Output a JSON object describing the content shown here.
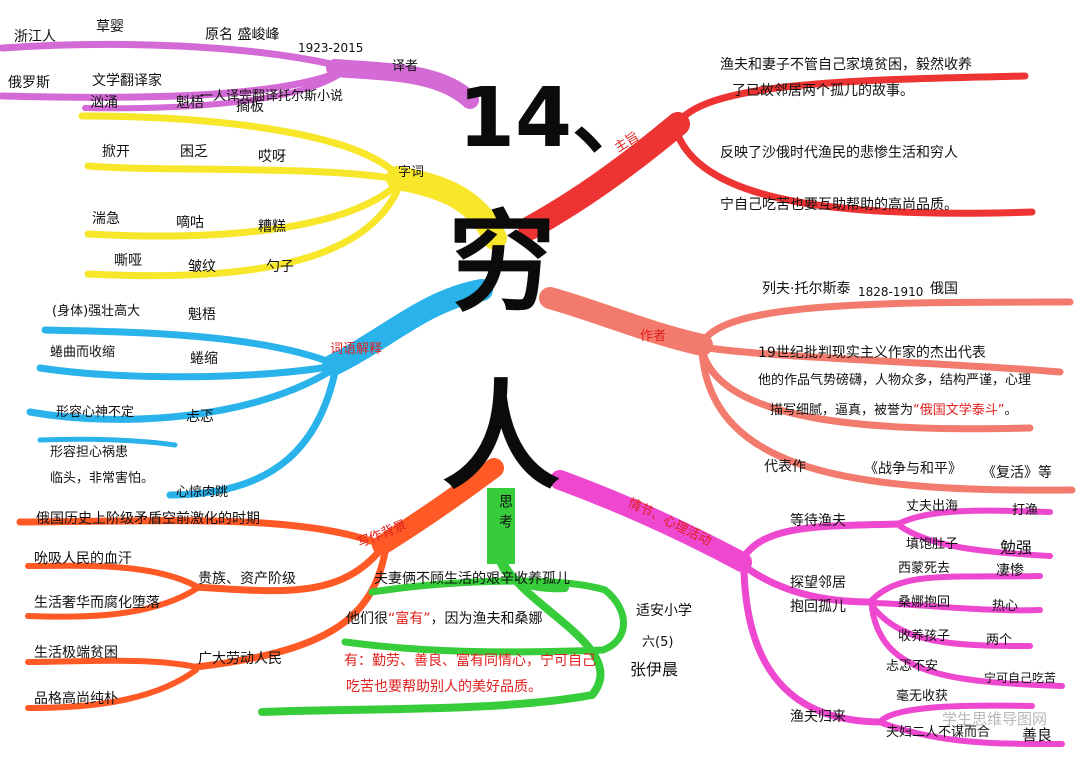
{
  "central": {
    "number": "14、",
    "char_1": "穷",
    "char_2": "人"
  },
  "branch_colors": {
    "translator": "#d46ad6",
    "words": "#f7e62a",
    "explanations": "#29b3ea",
    "theme": "#ee3333",
    "author": "#f27b6d",
    "background": "#ff5a26",
    "thinking": "#36cc3a",
    "plot": "#ee48d0",
    "label_red": "#e0201e"
  },
  "translator": {
    "label": "译者",
    "native_place": "浙江人",
    "name": "草婴",
    "original_name": "原名 盛峻峰",
    "years": "1923-2015",
    "country": "俄罗斯",
    "role": "文学翻译家",
    "achievement": "一人译完翻译托尔斯小说"
  },
  "words": {
    "label": "字词",
    "rows": [
      [
        "汹涌",
        "魁梧",
        "搁板"
      ],
      [
        "掀开",
        "困乏",
        "哎呀"
      ],
      [
        "湍急",
        "嘀咕",
        "糟糕"
      ],
      [
        "嘶哑",
        "皱纹",
        "勺子"
      ]
    ]
  },
  "explanations": {
    "label": "词语解释",
    "items": [
      {
        "meaning": "(身体)强壮高大",
        "word": "魁梧"
      },
      {
        "meaning": "蜷曲而收缩",
        "word": "蜷缩"
      },
      {
        "meaning": "形容心神不定",
        "word": "忐忑"
      },
      {
        "meaning_line_1": "形容担心祸患",
        "meaning_line_2": "临头，非常害怕。",
        "word": "心惊肉跳"
      }
    ]
  },
  "theme": {
    "label": "主旨",
    "line_1": "渔夫和妻子不管自己家境贫困，毅然收养",
    "line_2": "了已故邻居两个孤儿的故事。",
    "line_3": "反映了沙俄时代渔民的悲惨生活和穷人",
    "line_4": "宁自己吃苦也要互助帮助的高尚品质。"
  },
  "author": {
    "label": "作者",
    "name": "列夫·托尔斯泰",
    "years": "1828-1910",
    "country": "俄国",
    "line_1": "19世纪批判现实主义作家的杰出代表",
    "line_2": "他的作品气势磅礴，人物众多，结构严谨，心理",
    "line_3_pre": "描写细腻，逼真，被誉为",
    "line_3_highlight": "“俄国文学泰斗”",
    "line_3_post": "。",
    "works_label": "代表作",
    "work_1": "《战争与和平》",
    "work_2": "《复活》等"
  },
  "background": {
    "label": "写作背景",
    "period": "俄国历史上阶级矛盾空前激化的时期",
    "nobles": {
      "label": "贵族、资产阶级",
      "point_1": "吮吸人民的血汗",
      "point_2": "生活奢华而腐化堕落"
    },
    "workers": {
      "label": "广大劳动人民",
      "point_1": "生活极端贫困",
      "point_2": "品格高尚纯朴"
    }
  },
  "thinking": {
    "label": "思考",
    "line_1": "夫妻俩不顾生活的艰辛收养孤儿",
    "line_2_pre": "他们很",
    "line_2_highlight": "“富有”",
    "line_2_post": "，因为渔夫和桑娜",
    "line_3": "有：勤劳、善良、富有同情心，宁可自己",
    "line_4": "吃苦也要帮助别人的美好品质。"
  },
  "plot": {
    "label": "情节、心理活动",
    "waiting": {
      "label": "等待渔夫",
      "detail_1": "丈夫出海",
      "feeling_1": "打渔",
      "detail_2": "填饱肚子",
      "feeling_2": "勉强"
    },
    "visit": {
      "label_1": "探望邻居",
      "label_2": "抱回孤儿",
      "items": [
        {
          "detail": "西蒙死去",
          "feeling": "凄惨"
        },
        {
          "detail": "桑娜抱回",
          "feeling": "热心"
        },
        {
          "detail": "收养孩子",
          "feeling": "两个"
        },
        {
          "detail": "忐忑不安",
          "feeling": "宁可自己吃苦"
        }
      ]
    },
    "return": {
      "label": "渔夫归来",
      "detail_1": "毫无收获",
      "detail_2": "夫妇二人不谋而合",
      "feeling": "善良"
    }
  },
  "signature": {
    "school": "适安小学",
    "class": "六(5)",
    "name": "张伊晨"
  },
  "watermark": "学生思维导图网"
}
